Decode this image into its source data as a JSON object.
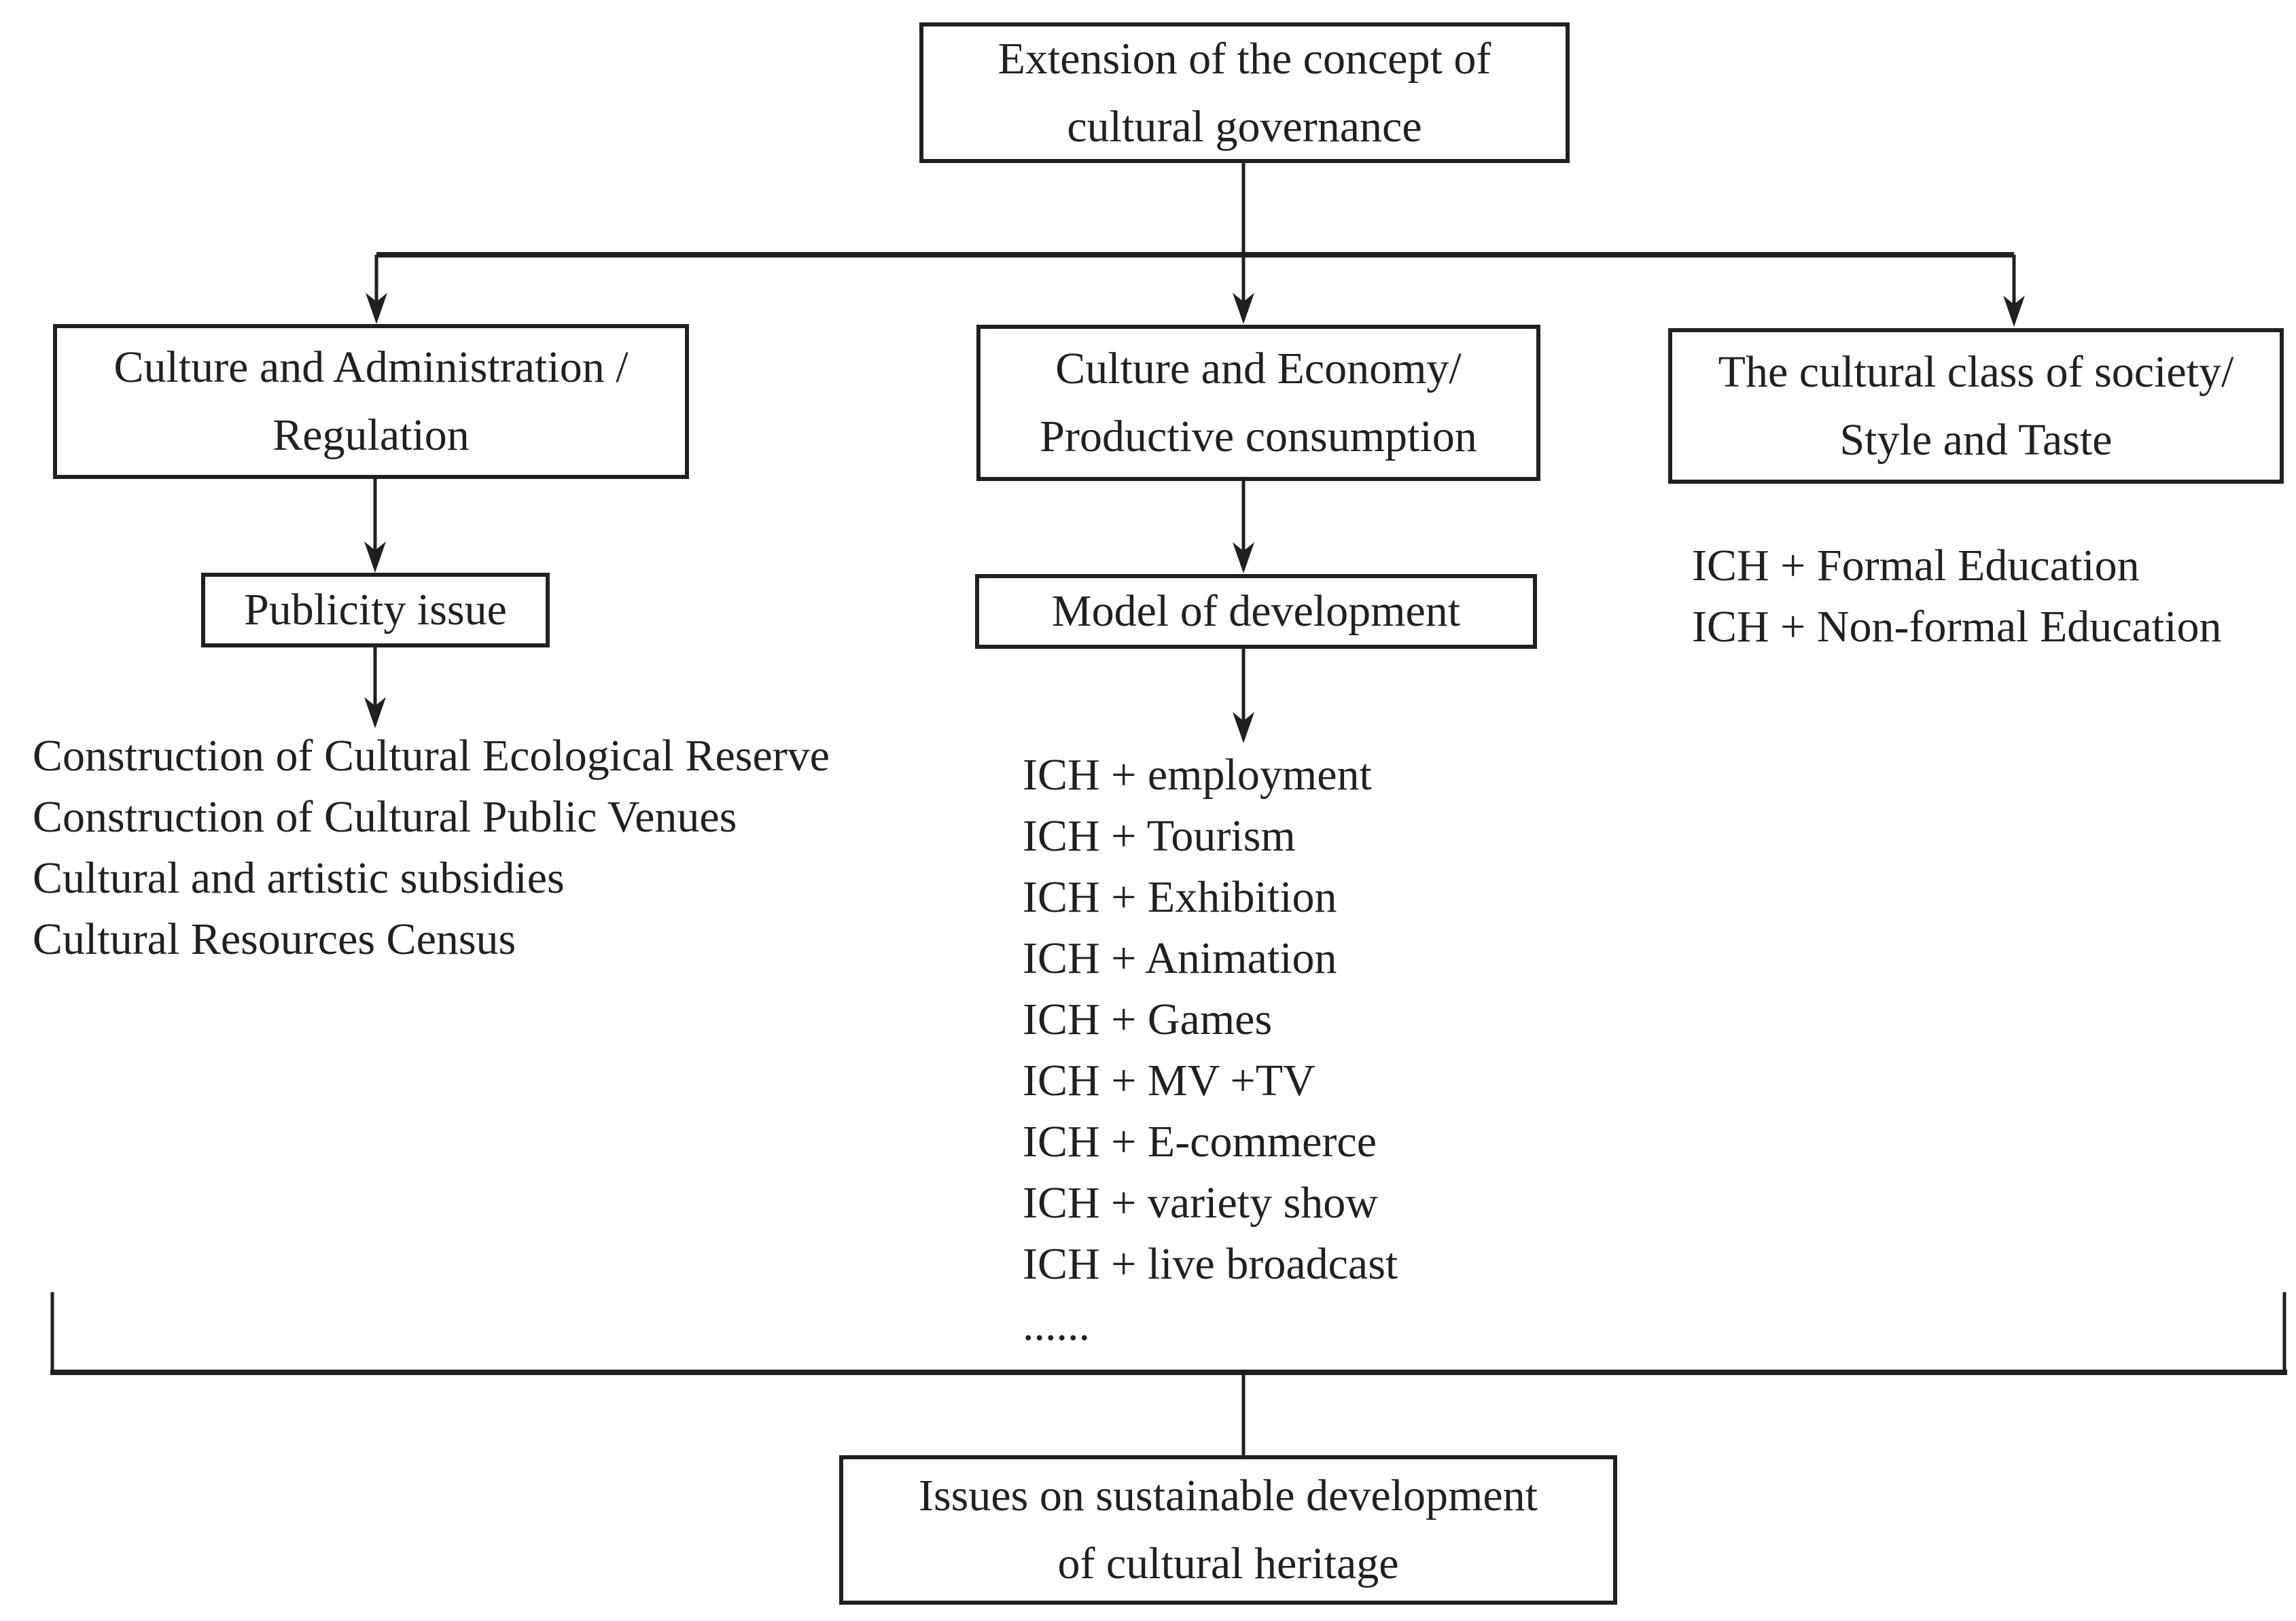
{
  "diagram": {
    "title_box": {
      "lines": [
        "Extension of the concept of",
        "cultural governance"
      ]
    },
    "branch_boxes": {
      "left": {
        "lines": [
          "Culture and Administration /",
          "Regulation"
        ]
      },
      "middle": {
        "lines": [
          "Culture and Economy/",
          "Productive consumption"
        ]
      },
      "right": {
        "lines": [
          "The cultural class of society/",
          "Style and Taste"
        ]
      }
    },
    "left_branch": {
      "publicity_box_label": "Publicity issue",
      "items": [
        "Construction of Cultural Ecological Reserve",
        "Construction of Cultural Public Venues",
        "Cultural and artistic subsidies",
        "Cultural Resources Census"
      ]
    },
    "middle_branch": {
      "model_box_label": "Model of development",
      "items": [
        "ICH + employment",
        "ICH + Tourism",
        "ICH + Exhibition",
        "ICH + Animation",
        "ICH + Games",
        "ICH + MV +TV",
        "ICH + E-commerce",
        "ICH + variety show",
        "ICH + live broadcast",
        "......"
      ]
    },
    "right_branch": {
      "items": [
        "ICH + Formal Education",
        "ICH + Non-formal Education"
      ]
    },
    "bottom_box": {
      "lines": [
        "Issues on sustainable development",
        "of cultural heritage"
      ]
    },
    "colors": {
      "ink": "#231f20",
      "background": "#ffffff"
    }
  }
}
